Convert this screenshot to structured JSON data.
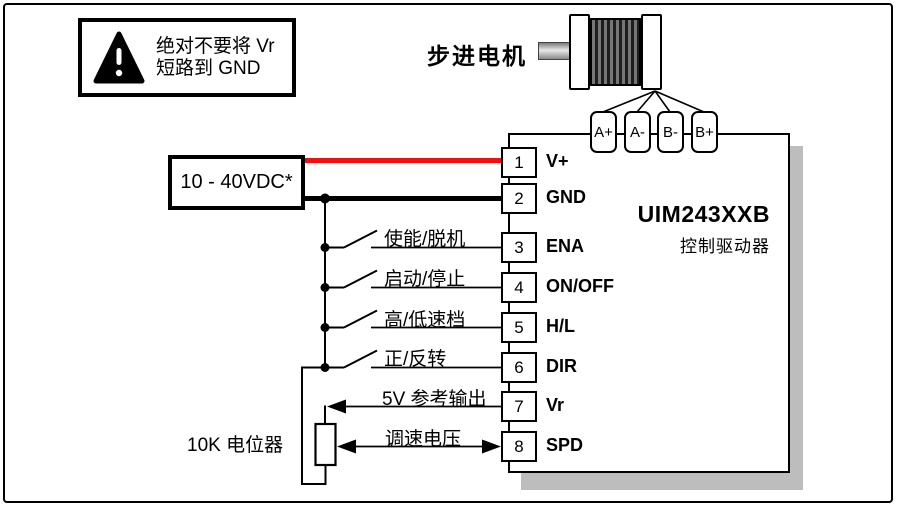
{
  "warning": {
    "icon": "warning-triangle-icon",
    "line1": "绝对不要将  Vr",
    "line2": "短路到  GND"
  },
  "power": {
    "label": "10 - 40VDC*"
  },
  "motor": {
    "label": "步进电机",
    "phase_pins": [
      "A+",
      "A-",
      "B-",
      "B+"
    ]
  },
  "driver": {
    "name": "UIM243XXB",
    "subtitle": "控制驱动器",
    "pins": [
      {
        "num": "1",
        "label": "V+"
      },
      {
        "num": "2",
        "label": "GND"
      },
      {
        "num": "3",
        "label": "ENA"
      },
      {
        "num": "4",
        "label": "ON/OFF"
      },
      {
        "num": "5",
        "label": "H/L"
      },
      {
        "num": "6",
        "label": "DIR"
      },
      {
        "num": "7",
        "label": "Vr"
      },
      {
        "num": "8",
        "label": "SPD"
      }
    ]
  },
  "signals": {
    "switches": [
      "使能/脱机",
      "启动/停止",
      "高/低速档",
      "正/反转"
    ],
    "vr_output": "5V 参考输出",
    "speed_voltage": "调速电压",
    "potentiometer": "10K 电位器"
  },
  "colors": {
    "vplus_wire": "#ee1111",
    "gnd_wire": "#000000",
    "block_shadow": "#bdbdbd"
  }
}
